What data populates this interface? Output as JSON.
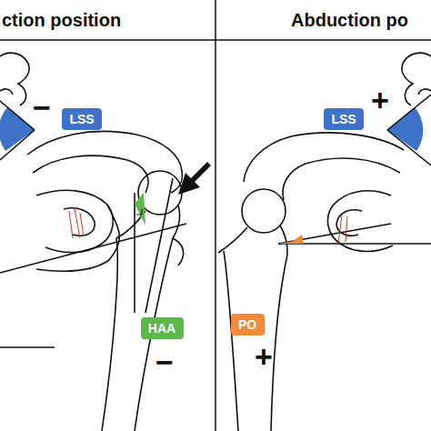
{
  "diagram": {
    "nodes": [
      {
        "text": [
          "LSS"
        ]
      },
      {
        "text": [
          "HAA"
        ]
      },
      {
        "text": [
          "LSS"
        ]
      },
      {
        "text": [
          "PO"
        ]
      }
    ],
    "labels": [
      "ction position",
      "Abduction po",
      "−",
      "−",
      "+",
      "+"
    ]
  }
}
